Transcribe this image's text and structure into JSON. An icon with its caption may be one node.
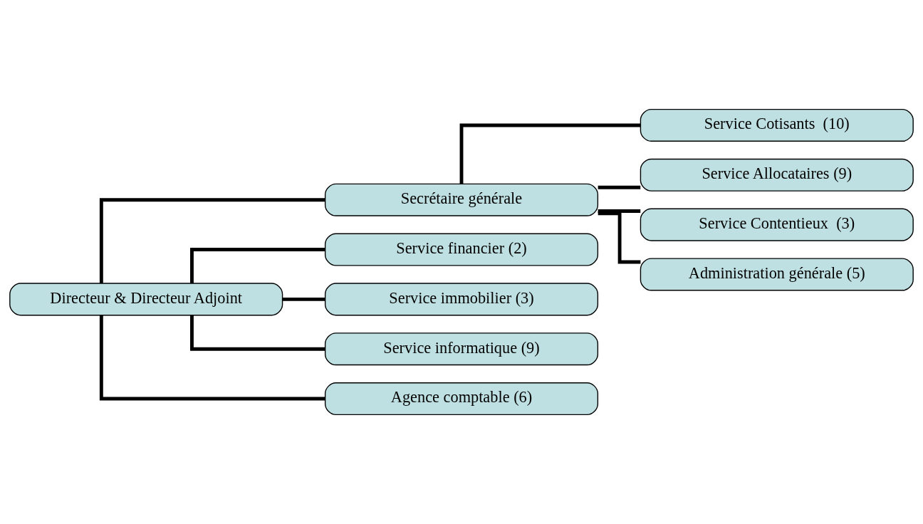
{
  "diagram": {
    "nodes": [
      {
        "text": [
          "Directeur & Directeur Adjoint"
        ]
      },
      {
        "text": [
          "Secrétaire générale"
        ]
      },
      {
        "text": [
          "Service Cotisants  (10)"
        ]
      },
      {
        "text": [
          "Service Allocataires (9)"
        ]
      },
      {
        "text": [
          "Service Contentieux  (3)"
        ]
      },
      {
        "text": [
          "Administration générale (5)"
        ]
      },
      {
        "text": [
          "Service financier (2)"
        ]
      },
      {
        "text": [
          "Service immobilier (3)"
        ]
      },
      {
        "text": [
          "Service informatique (9)"
        ]
      },
      {
        "text": [
          "Agence comptable (6)"
        ]
      }
    ],
    "edges": [
      {
        "from": 0,
        "to": 1,
        "arrow": "none"
      },
      {
        "from": 1,
        "to": 2,
        "arrow": "none"
      },
      {
        "from": 1,
        "to": 3,
        "arrow": "none"
      },
      {
        "from": 1,
        "to": 4,
        "arrow": "none"
      },
      {
        "from": 1,
        "to": 5,
        "arrow": "none"
      },
      {
        "from": 0,
        "to": 6,
        "arrow": "none"
      },
      {
        "from": 0,
        "to": 7,
        "arrow": "none"
      },
      {
        "from": 0,
        "to": 8,
        "arrow": "none"
      },
      {
        "from": 0,
        "to": 9,
        "arrow": "none"
      }
    ]
  }
}
